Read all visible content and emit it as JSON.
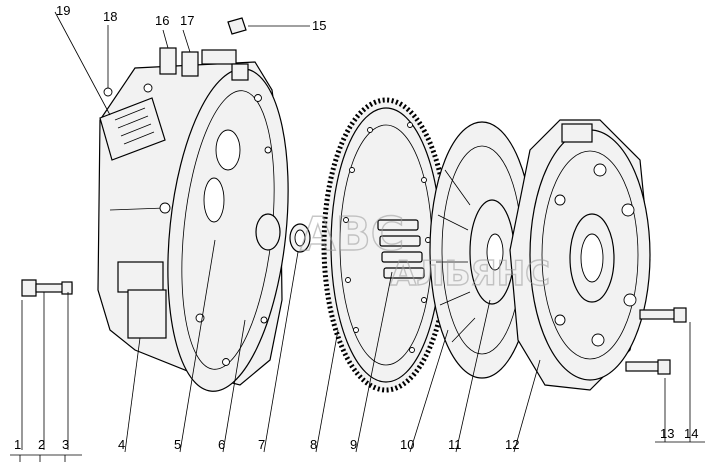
{
  "watermark": {
    "line1": "ABC",
    "line2": "АЛЬЯНС"
  },
  "callouts": [
    {
      "id": "c1",
      "label": "1"
    },
    {
      "id": "c2",
      "label": "2"
    },
    {
      "id": "c3",
      "label": "3"
    },
    {
      "id": "c4",
      "label": "4"
    },
    {
      "id": "c5",
      "label": "5"
    },
    {
      "id": "c6",
      "label": "6"
    },
    {
      "id": "c7",
      "label": "7"
    },
    {
      "id": "c8",
      "label": "8"
    },
    {
      "id": "c9",
      "label": "9"
    },
    {
      "id": "c10",
      "label": "10"
    },
    {
      "id": "c11",
      "label": "11"
    },
    {
      "id": "c12",
      "label": "12"
    },
    {
      "id": "c13",
      "label": "13"
    },
    {
      "id": "c14",
      "label": "14"
    },
    {
      "id": "c15",
      "label": "15"
    },
    {
      "id": "c16",
      "label": "16"
    },
    {
      "id": "c17",
      "label": "17"
    },
    {
      "id": "c18",
      "label": "18"
    },
    {
      "id": "c19",
      "label": "19"
    }
  ]
}
